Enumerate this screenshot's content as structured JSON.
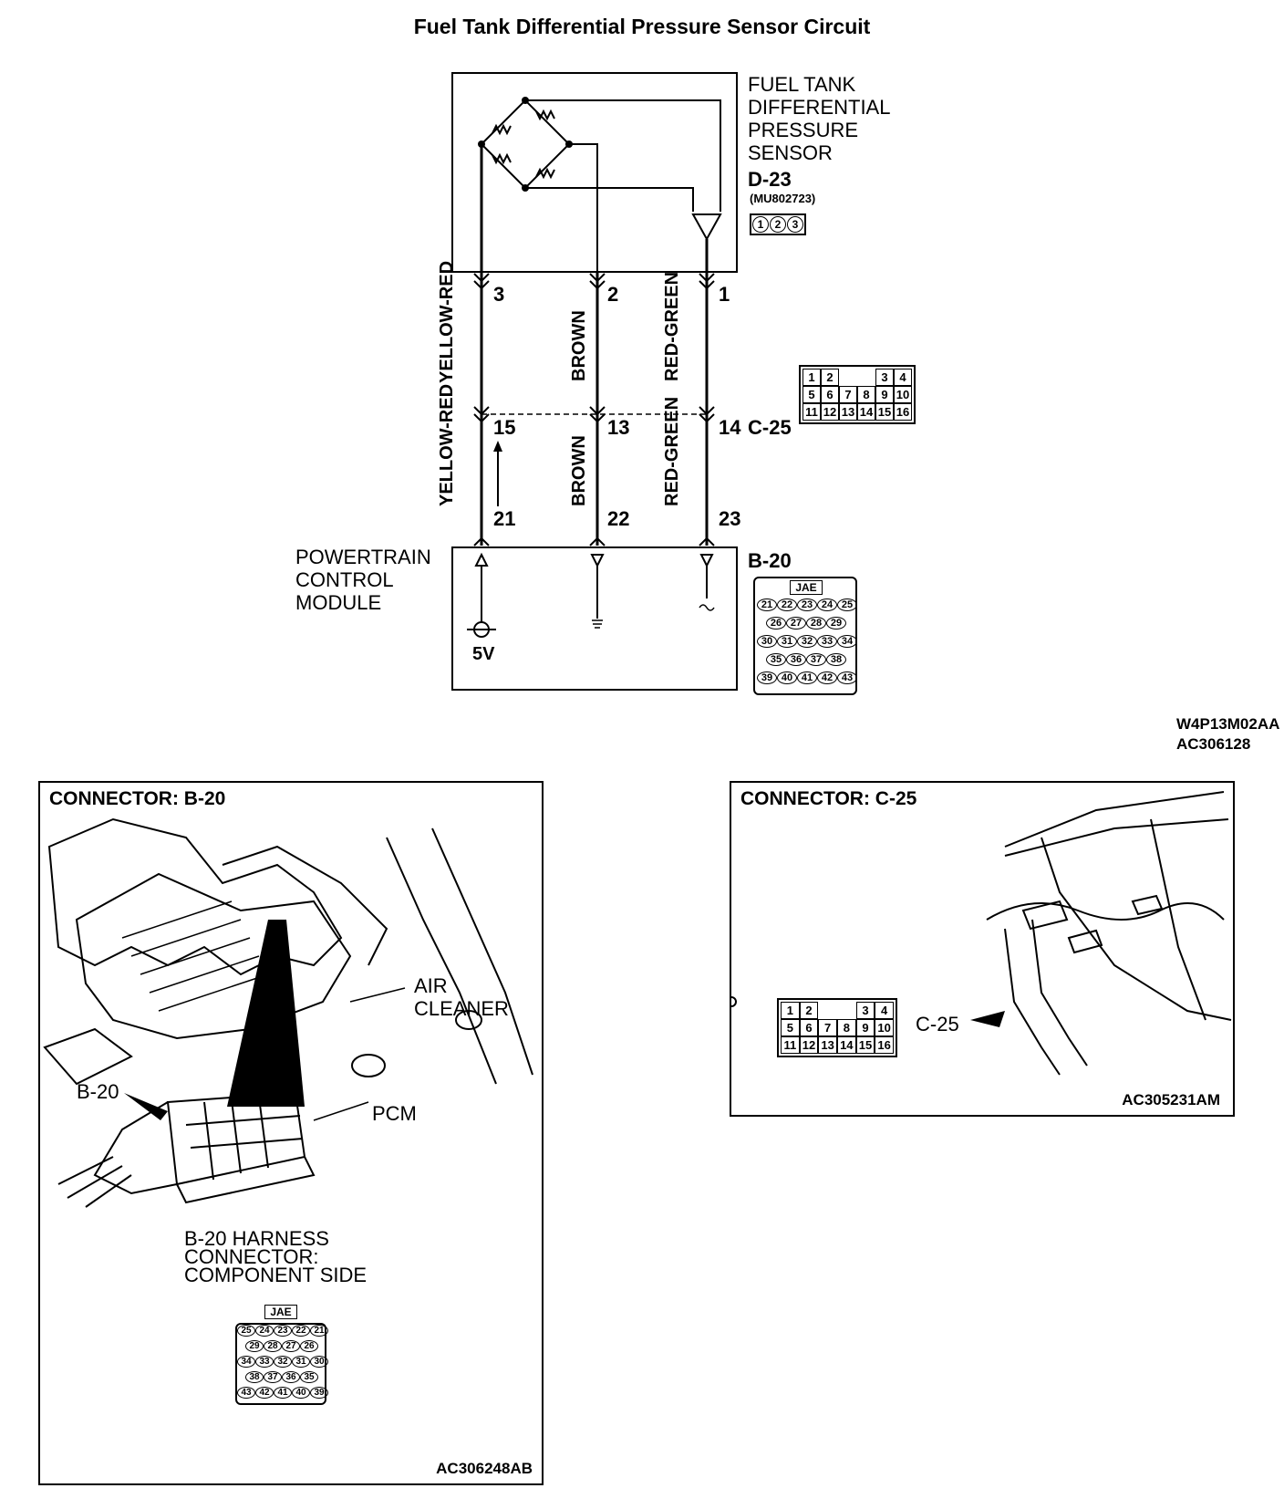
{
  "title": "Fuel Tank Differential Pressure Sensor Circuit",
  "sensor": {
    "name_lines": [
      "FUEL TANK",
      "DIFFERENTIAL",
      "PRESSURE",
      "SENSOR"
    ],
    "connector_id": "D-23",
    "part_number": "(MU802723)",
    "connector_pins": [
      "1",
      "2",
      "3"
    ]
  },
  "sensor_pins": [
    "3",
    "2",
    "1"
  ],
  "wire_colors_upper": [
    "YELLOW-RED",
    "BROWN",
    "RED-GREEN"
  ],
  "junction": {
    "connector_id": "C-25",
    "pins": [
      "15",
      "13",
      "14"
    ],
    "grid_rows": [
      [
        "1",
        "2",
        "",
        "",
        "3",
        "4"
      ],
      [
        "5",
        "6",
        "7",
        "8",
        "9",
        "10"
      ],
      [
        "11",
        "12",
        "13",
        "14",
        "15",
        "16"
      ]
    ]
  },
  "wire_colors_lower": [
    "YELLOW-RED",
    "BROWN",
    "RED-GREEN"
  ],
  "pcm_pins": [
    "21",
    "22",
    "23"
  ],
  "pcm": {
    "name_lines": [
      "POWERTRAIN",
      "CONTROL",
      "MODULE"
    ],
    "voltage": "5V",
    "connector_id": "B-20",
    "connector_brand": "JAE",
    "grid_rows": [
      [
        "21",
        "22",
        "23",
        "24",
        "25"
      ],
      [
        "26",
        "27",
        "28",
        "29"
      ],
      [
        "30",
        "31",
        "32",
        "33",
        "34"
      ],
      [
        "35",
        "36",
        "37",
        "38"
      ],
      [
        "39",
        "40",
        "41",
        "42",
        "43"
      ]
    ]
  },
  "figure_codes": [
    "W4P13M02AA",
    "AC306128"
  ],
  "panel_b20": {
    "title": "CONNECTOR: B-20",
    "air_cleaner": [
      "AIR",
      "CLEANER"
    ],
    "b20_label": "B-20",
    "pcm_label": "PCM",
    "harness_lines": [
      "B-20 HARNESS",
      "CONNECTOR:",
      "COMPONENT SIDE"
    ],
    "connector_brand": "JAE",
    "grid_rows": [
      [
        "25",
        "24",
        "23",
        "22",
        "21"
      ],
      [
        "29",
        "28",
        "27",
        "26"
      ],
      [
        "34",
        "33",
        "32",
        "31",
        "30"
      ],
      [
        "38",
        "37",
        "36",
        "35"
      ],
      [
        "43",
        "42",
        "41",
        "40",
        "39"
      ]
    ],
    "code": "AC306248AB"
  },
  "panel_c25": {
    "title": "CONNECTOR: C-25",
    "c25_label": "C-25",
    "grid_rows": [
      [
        "1",
        "2",
        "",
        "",
        "3",
        "4"
      ],
      [
        "5",
        "6",
        "7",
        "8",
        "9",
        "10"
      ],
      [
        "11",
        "12",
        "13",
        "14",
        "15",
        "16"
      ]
    ],
    "code": "AC305231AM"
  }
}
